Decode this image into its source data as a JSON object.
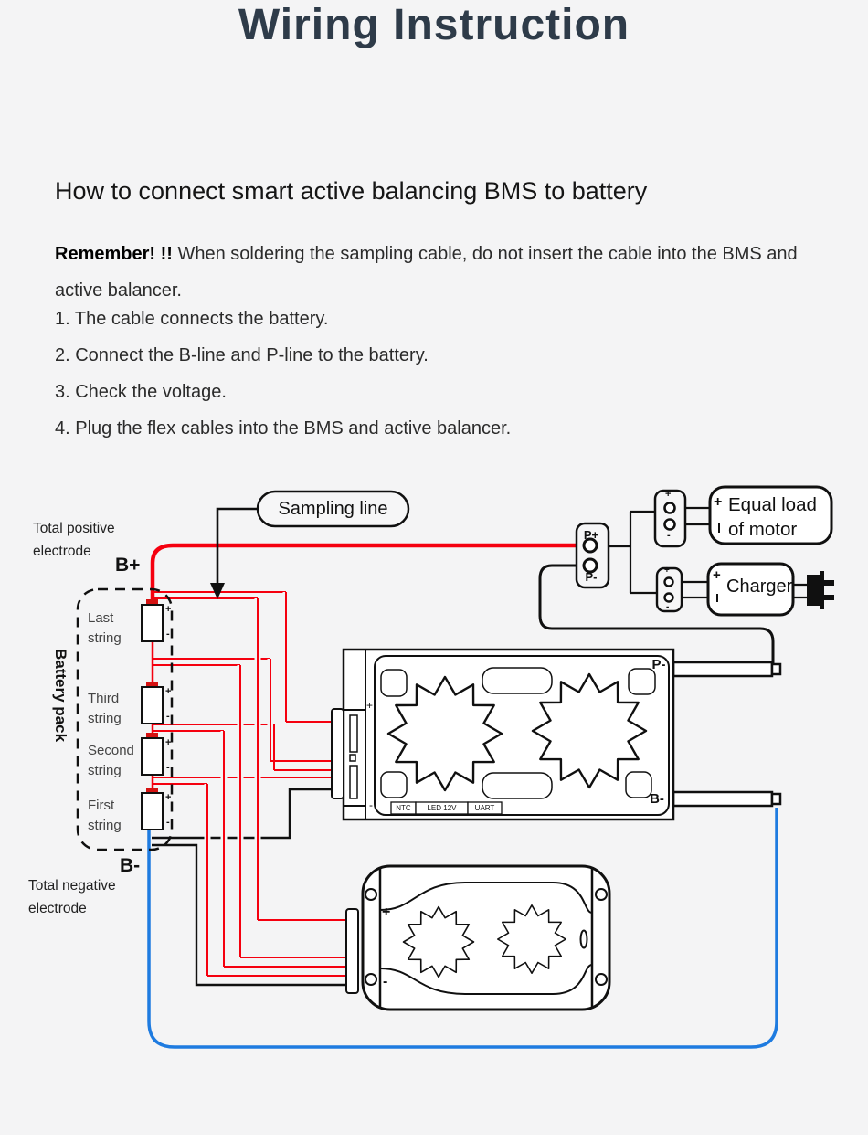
{
  "title": "Wiring Instruction",
  "subtitle": "How to connect smart active balancing BMS to battery",
  "note_bold": "Remember! !!",
  "note_rest": " When soldering the sampling cable, do not insert the cable into the BMS and active balancer.",
  "steps": [
    "1. The cable connects the battery.",
    "2. Connect the B-line and P-line to the battery.",
    "3. Check the voltage.",
    "4. Plug the flex cables into the BMS and active balancer."
  ],
  "diagram": {
    "sampling_line_label": "Sampling line",
    "total_positive_label": "Total positive electrode",
    "total_negative_label": "Total negative electrode",
    "b_plus_label": "B+",
    "b_minus_label": "B-",
    "battery_pack_label": "Battery pack",
    "strings": [
      "Last string",
      "Third string",
      "Second string",
      "First string"
    ],
    "marks": {
      "plus": "+",
      "minus": "-"
    },
    "pp_connector": {
      "p_plus": "P+",
      "p_minus": "P-"
    },
    "equal_load_label": "Equal load of motor",
    "charger_label": "Charger",
    "bms": {
      "p_minus_label": "P-",
      "b_minus_label": "B-",
      "ports": [
        "NTC",
        "LED 12V",
        "UART"
      ]
    },
    "colors": {
      "wire_red": "#f5000f",
      "wire_blue": "#1e7be0",
      "outline": "#101010",
      "title_color": "#2e3b49",
      "background": "#f4f4f5"
    }
  }
}
